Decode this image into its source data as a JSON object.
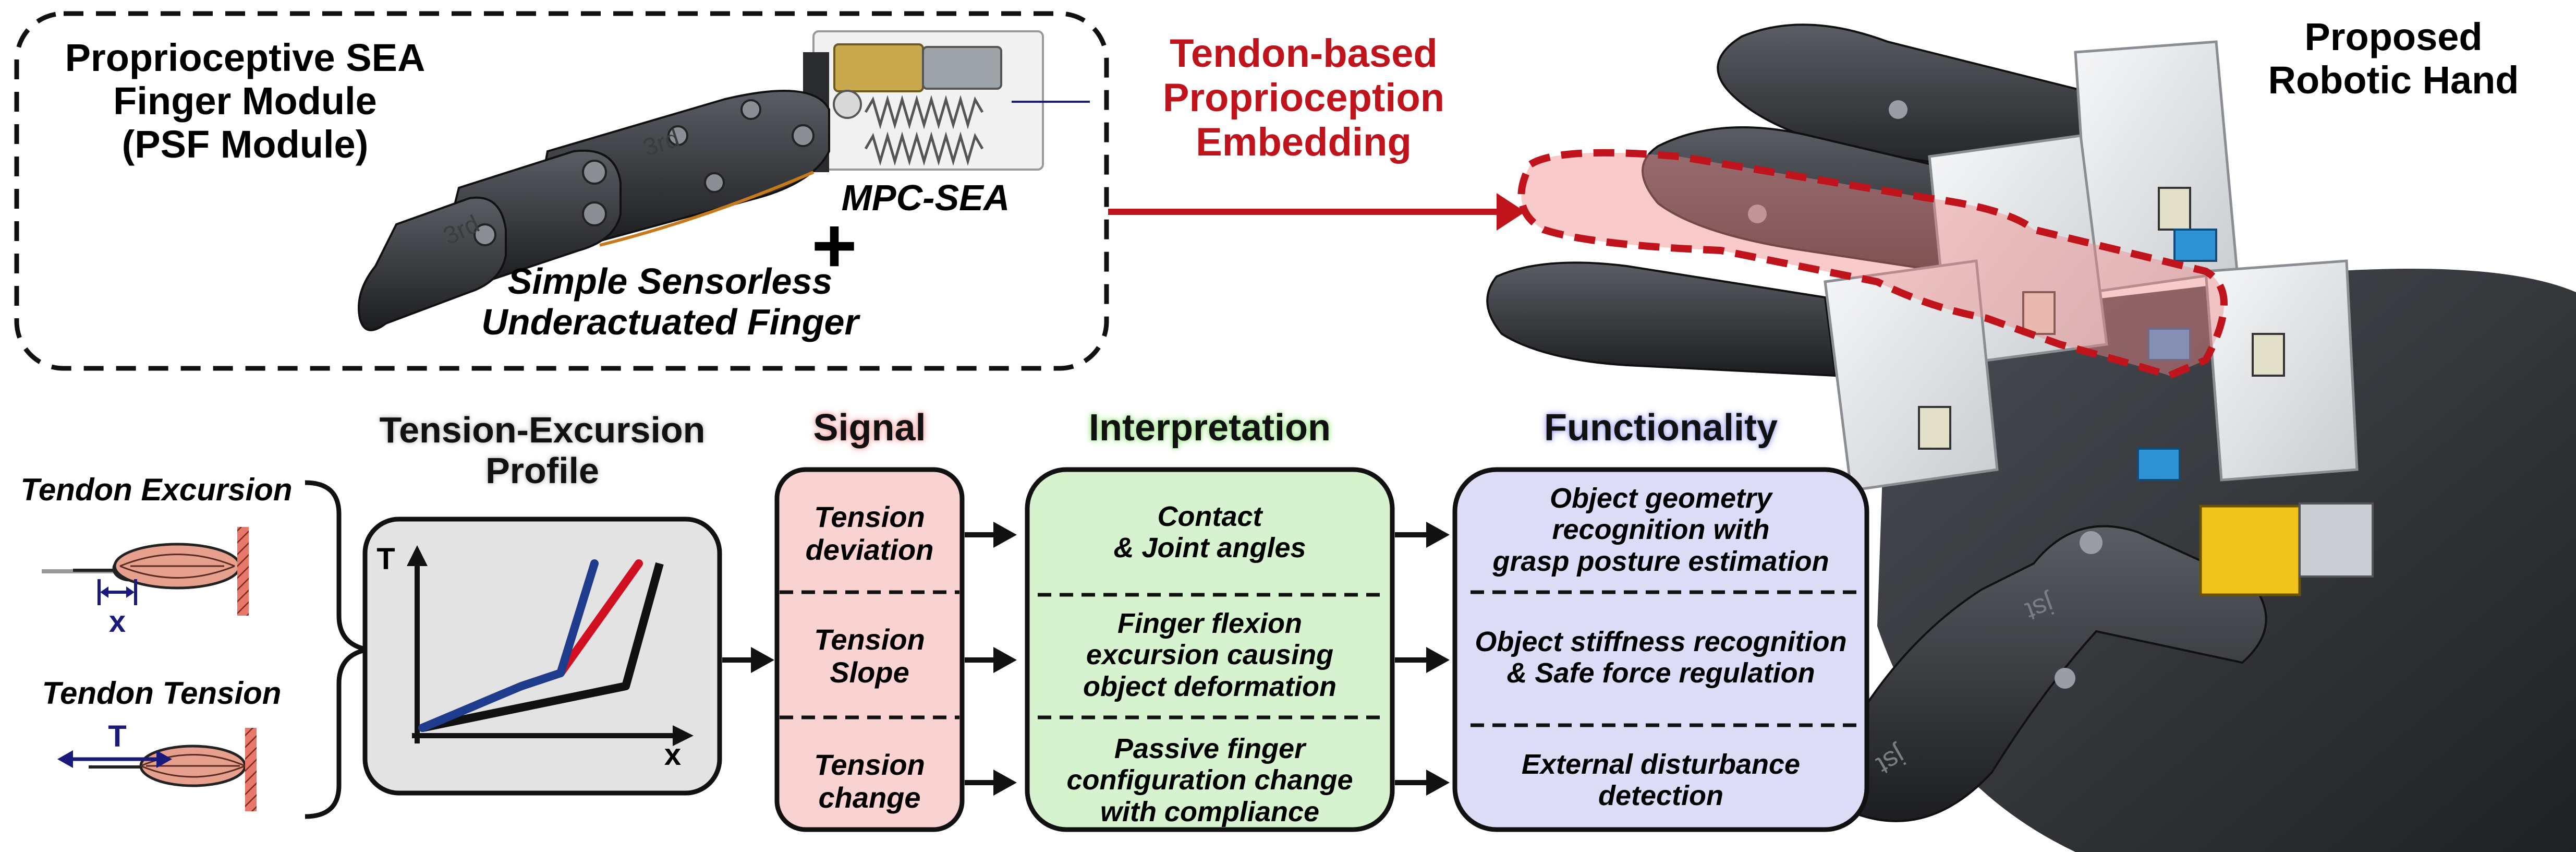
{
  "top_box": {
    "title_line1": "Proprioceptive SEA",
    "title_line2": "Finger Module",
    "title_line3": "(PSF Module)",
    "mpc_label": "MPC-SEA",
    "plus": "+",
    "finger_line1": "Simple Sensorless",
    "finger_line2": "Underactuated Finger",
    "part_label_3rd": "3rd"
  },
  "arrow_label": {
    "line1": "Tendon-based",
    "line2": "Proprioception",
    "line3": "Embedding"
  },
  "hand_title": {
    "line1": "Proposed",
    "line2": "Robotic Hand"
  },
  "hand_stamp": "jst",
  "left": {
    "excursion_label": "Tendon Excursion",
    "tension_label": "Tendon Tension",
    "x_symbol": "x",
    "t_symbol": "T"
  },
  "profile": {
    "title_line1": "Tension-Excursion",
    "title_line2": "Profile",
    "y_axis": "T",
    "x_axis": "x"
  },
  "columns": {
    "signal": {
      "header": "Signal",
      "rows": [
        {
          "line1": "Tension",
          "line2": "deviation"
        },
        {
          "line1": "Tension",
          "line2": "Slope"
        },
        {
          "line1": "Tension",
          "line2": "change"
        }
      ]
    },
    "interpretation": {
      "header": "Interpretation",
      "rows": [
        {
          "line1": "Contact",
          "line2": "& Joint angles",
          "line3": ""
        },
        {
          "line1": "Finger flexion",
          "line2": "excursion causing",
          "line3": "object deformation"
        },
        {
          "line1": "Passive finger",
          "line2": "configuration change",
          "line3": "with compliance"
        }
      ]
    },
    "functionality": {
      "header": "Functionality",
      "rows": [
        {
          "line1": "Object geometry",
          "line2": "recognition with",
          "line3": "grasp posture estimation"
        },
        {
          "line1": "Object stiffness recognition",
          "line2": "& Safe force regulation",
          "line3": ""
        },
        {
          "line1": "External disturbance",
          "line2": "detection",
          "line3": ""
        }
      ]
    }
  },
  "colors": {
    "red_accent": "#c0141c",
    "navy": "#1a1a7a",
    "signal_fill": "#f9d2d2",
    "interp_fill": "#d6f2cf",
    "func_fill": "#dcdcf7",
    "profile_fill": "#e3e3e3",
    "curve_blue": "#1f3c8c",
    "curve_red": "#d01020",
    "muscle": "#e7a08e"
  }
}
